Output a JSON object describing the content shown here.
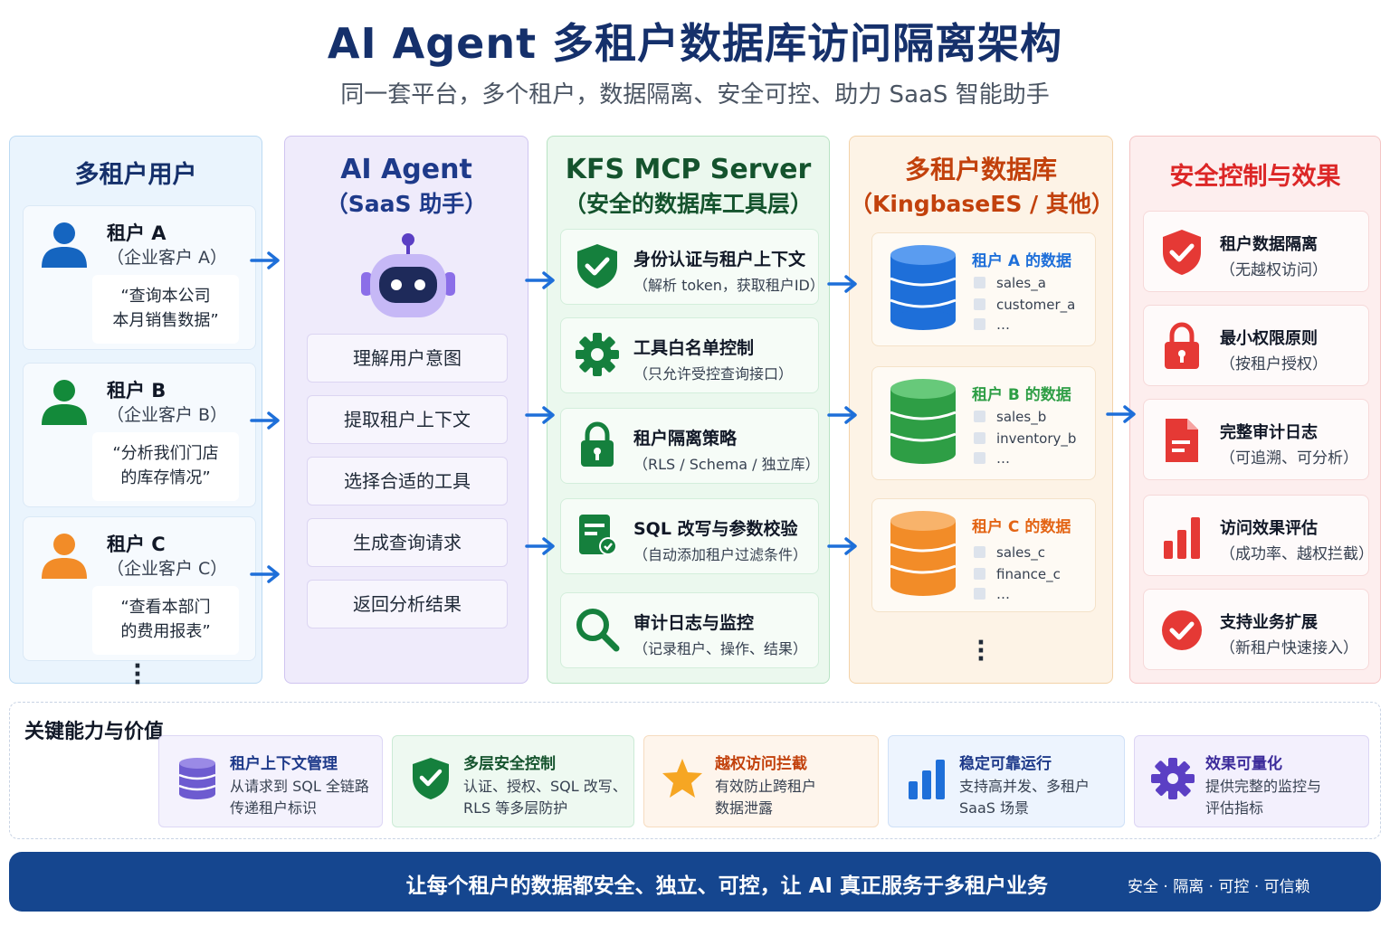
{
  "header": {
    "title": "AI Agent 多租户数据库访问隔离架构",
    "subtitle": "同一套平台，多个租户，数据隔离、安全可控、助力 SaaS 智能助手"
  },
  "colors": {
    "user_a": "#1565c0",
    "user_b": "#138a3a",
    "user_c": "#f28c28",
    "mcp_green": "#15803d",
    "sec_red": "#e53935",
    "arrow": "#1e6fd9"
  },
  "users": {
    "title": "多租户用户",
    "items": [
      {
        "name": "租户 A",
        "org": "（企业客户 A）",
        "quote_line1": "“查询本公司",
        "quote_line2": "本月销售数据”",
        "icon": "person-icon"
      },
      {
        "name": "租户 B",
        "org": "（企业客户 B）",
        "quote_line1": "“分析我们门店",
        "quote_line2": "的库存情况”",
        "icon": "person-icon"
      },
      {
        "name": "租户 C",
        "org": "（企业客户 C）",
        "quote_line1": "“查看本部门",
        "quote_line2": "的费用报表”",
        "icon": "person-icon"
      }
    ]
  },
  "agent": {
    "title": "AI Agent",
    "subtitle": "（SaaS 助手）",
    "icon": "robot-icon",
    "steps": [
      "理解用户意图",
      "提取租户上下文",
      "选择合适的工具",
      "生成查询请求",
      "返回分析结果"
    ]
  },
  "mcp": {
    "title": "KFS MCP Server",
    "subtitle": "（安全的数据库工具层）",
    "items": [
      {
        "title": "身份认证与租户上下文",
        "desc": "（解析 token，获取租户ID）",
        "icon": "shield-check-icon"
      },
      {
        "title": "工具白名单控制",
        "desc": "（只允许受控查询接口）",
        "icon": "gear-icon"
      },
      {
        "title": "租户隔离策略",
        "desc": "（RLS / Schema / 独立库）",
        "icon": "lock-icon"
      },
      {
        "title": "SQL 改写与参数校验",
        "desc": "（自动添加租户过滤条件）",
        "icon": "document-check-icon"
      },
      {
        "title": "审计日志与监控",
        "desc": "（记录租户、操作、结果）",
        "icon": "search-icon"
      }
    ]
  },
  "db": {
    "title": "多租户数据库",
    "subtitle": "（KingbaseES / 其他）",
    "items": [
      {
        "title": "租户 A 的数据",
        "tables": [
          "sales_a",
          "customer_a",
          "…"
        ],
        "color": "#1e6fd9"
      },
      {
        "title": "租户 B 的数据",
        "tables": [
          "sales_b",
          "inventory_b",
          "…"
        ],
        "color": "#2e9e45"
      },
      {
        "title": "租户 C 的数据",
        "tables": [
          "sales_c",
          "finance_c",
          "…"
        ],
        "color": "#f28c28"
      }
    ]
  },
  "security": {
    "title": "安全控制与效果",
    "items": [
      {
        "title": "租户数据隔离",
        "desc": "（无越权访问）",
        "icon": "shield-check-icon"
      },
      {
        "title": "最小权限原则",
        "desc": "（按租户授权）",
        "icon": "lock-icon"
      },
      {
        "title": "完整审计日志",
        "desc": "（可追溯、可分析）",
        "icon": "document-icon"
      },
      {
        "title": "访问效果评估",
        "desc": "（成功率、越权拦截）",
        "icon": "bar-chart-icon"
      },
      {
        "title": "支持业务扩展",
        "desc": "（新租户快速接入）",
        "icon": "check-circle-icon"
      }
    ]
  },
  "key": {
    "title": "关键能力与价值",
    "items": [
      {
        "title": "租户上下文管理",
        "line1": "从请求到 SQL 全链路",
        "line2": "传递租户标识",
        "icon": "database-icon",
        "color": "#6d5bd0"
      },
      {
        "title": "多层安全控制",
        "line1": "认证、授权、SQL 改写、",
        "line2": "RLS 等多层防护",
        "icon": "shield-check-icon",
        "color": "#15803d"
      },
      {
        "title": "越权访问拦截",
        "line1": "有效防止跨租户",
        "line2": "数据泄露",
        "icon": "star-icon",
        "color": "#e36414"
      },
      {
        "title": "稳定可靠运行",
        "line1": "支持高并发、多租户",
        "line2": "SaaS 场景",
        "icon": "bar-chart-icon",
        "color": "#1e6fd9"
      },
      {
        "title": "效果可量化",
        "line1": "提供完整的监控与",
        "line2": "评估指标",
        "icon": "gear-icon",
        "color": "#5b3fc4"
      }
    ]
  },
  "footer": {
    "message": "让每个租户的数据都安全、独立、可控，让 AI 真正服务于多租户业务",
    "tags": "安全 · 隔离 · 可控 · 可信赖"
  }
}
